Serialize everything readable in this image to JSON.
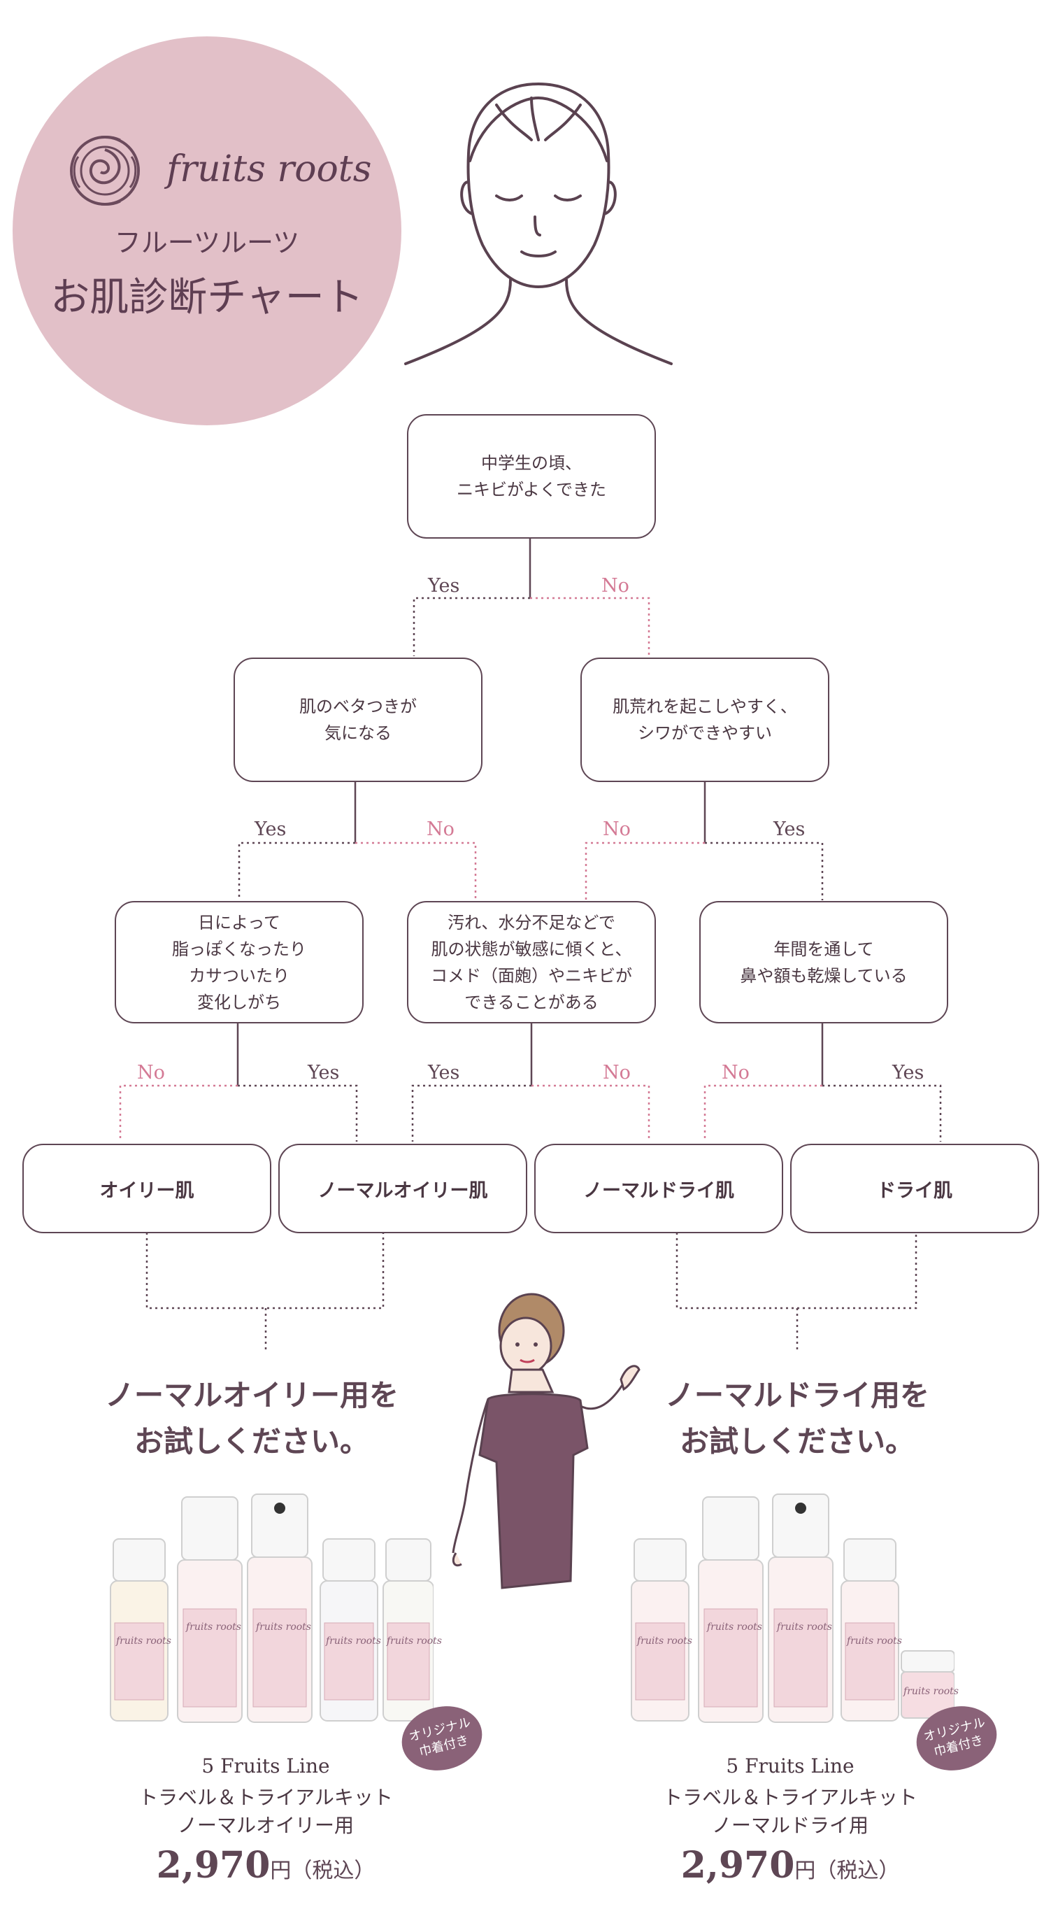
{
  "brand": {
    "name": "fruits roots",
    "name_jp": "フルーツルーツ",
    "chart_title": "お肌診断チャート",
    "colors": {
      "pink": "#e2c0c8",
      "plum": "#5e4654",
      "accent": "#d47a95"
    }
  },
  "flow": {
    "yes": "Yes",
    "no": "No",
    "q1": "中学生の頃、\nニキビがよくできた",
    "q2": "肌のベタつきが\n気になる",
    "q3": "肌荒れを起こしやすく、\nシワができやすい",
    "q4": "日によって\n脂っぽくなったり\nカサついたり\n変化しがち",
    "q5": "汚れ、水分不足などで\n肌の状態が敏感に傾くと、\nコメド（面皰）やニキビが\nできることがある",
    "q6": "年間を通して\n鼻や額も乾燥している"
  },
  "results": {
    "oily": "オイリー肌",
    "normal_oily": "ノーマルオイリー肌",
    "normal_dry": "ノーマルドライ肌",
    "dry": "ドライ肌"
  },
  "recommend": {
    "left_line1": "ノーマルオイリー用を",
    "left_line2": "お試しください。",
    "right_line1": "ノーマルドライ用を",
    "right_line2": "お試しください。"
  },
  "products": {
    "left": {
      "line1": "5 Fruits Line",
      "line2": "トラベル＆トライアルキット",
      "line3": "ノーマルオイリー用",
      "price": "2,970",
      "unit": "円（税込）"
    },
    "right": {
      "line1": "5 Fruits Line",
      "line2": "トラベル＆トライアルキット",
      "line3": "ノーマルドライ用",
      "price": "2,970",
      "unit": "円（税込）"
    },
    "badge_line1": "オリジナル",
    "badge_line2": "巾着付き",
    "bottle_label": "fruits roots"
  }
}
